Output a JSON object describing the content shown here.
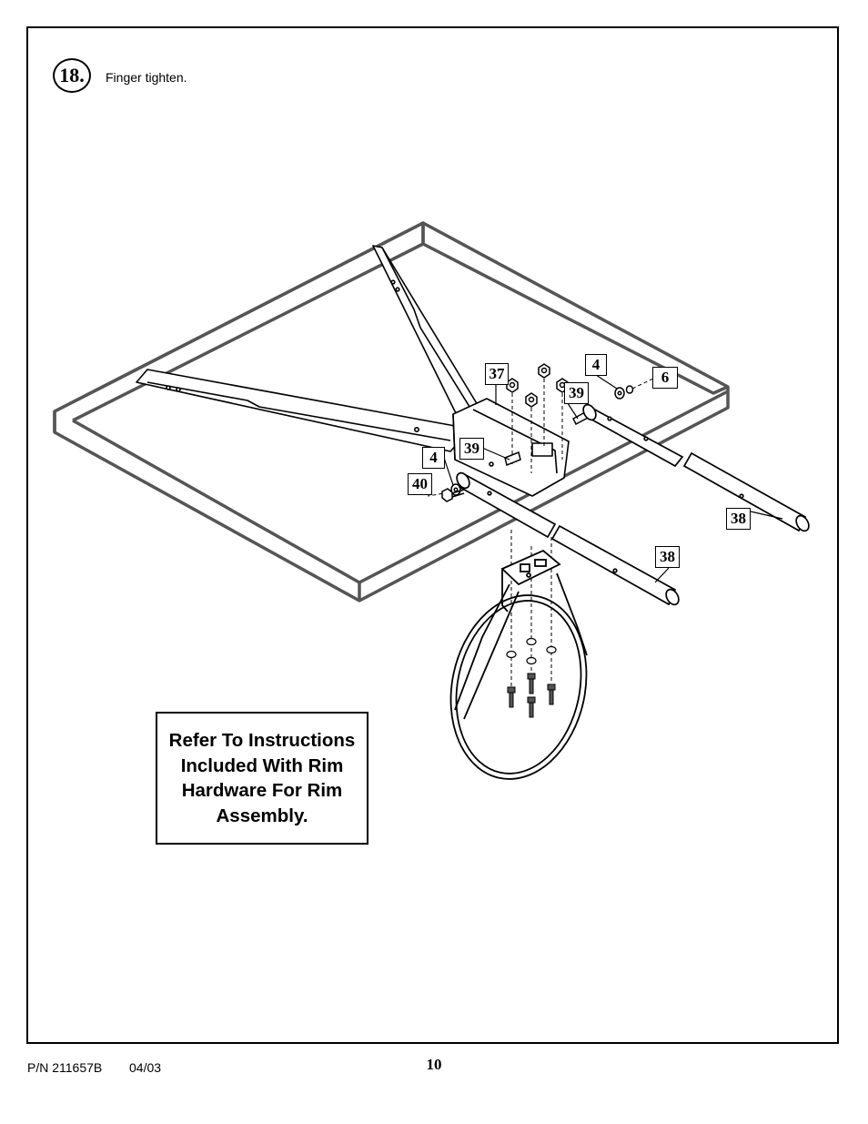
{
  "step": {
    "number": "18.",
    "instruction": "Finger tighten."
  },
  "callouts": {
    "c37": "37",
    "c4a": "4",
    "c6": "6",
    "c39a": "39",
    "c39b": "39",
    "c4b": "4",
    "c40": "40",
    "c38a": "38",
    "c38b": "38"
  },
  "note": {
    "line1": "Refer To Instructions",
    "line2": "Included With Rim",
    "line3": "Hardware For Rim",
    "line4": "Assembly."
  },
  "footer": {
    "part_number": "P/N 211657B",
    "date": "04/03",
    "page": "10"
  }
}
